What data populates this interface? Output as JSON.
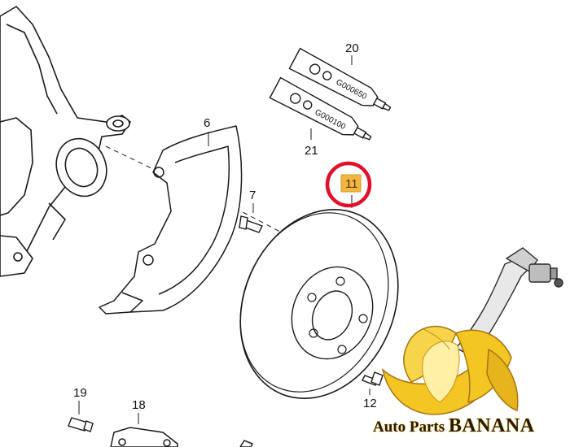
{
  "callouts": {
    "p6": "6",
    "p7": "7",
    "p11": "11",
    "p12": "12",
    "p18": "18",
    "p19": "19",
    "p20": "20",
    "p21": "21"
  },
  "tubes": {
    "upper_code": "G000650",
    "lower_code": "G000100"
  },
  "brand": {
    "part1": "Auto Parts ",
    "part2": "BANANA"
  },
  "colors": {
    "line": "#1a1a1a",
    "highlight_ring": "#e0102a",
    "highlight_box": "#f2b640",
    "banana_yellow": "#f3c623",
    "banana_dark": "#c98f12"
  }
}
